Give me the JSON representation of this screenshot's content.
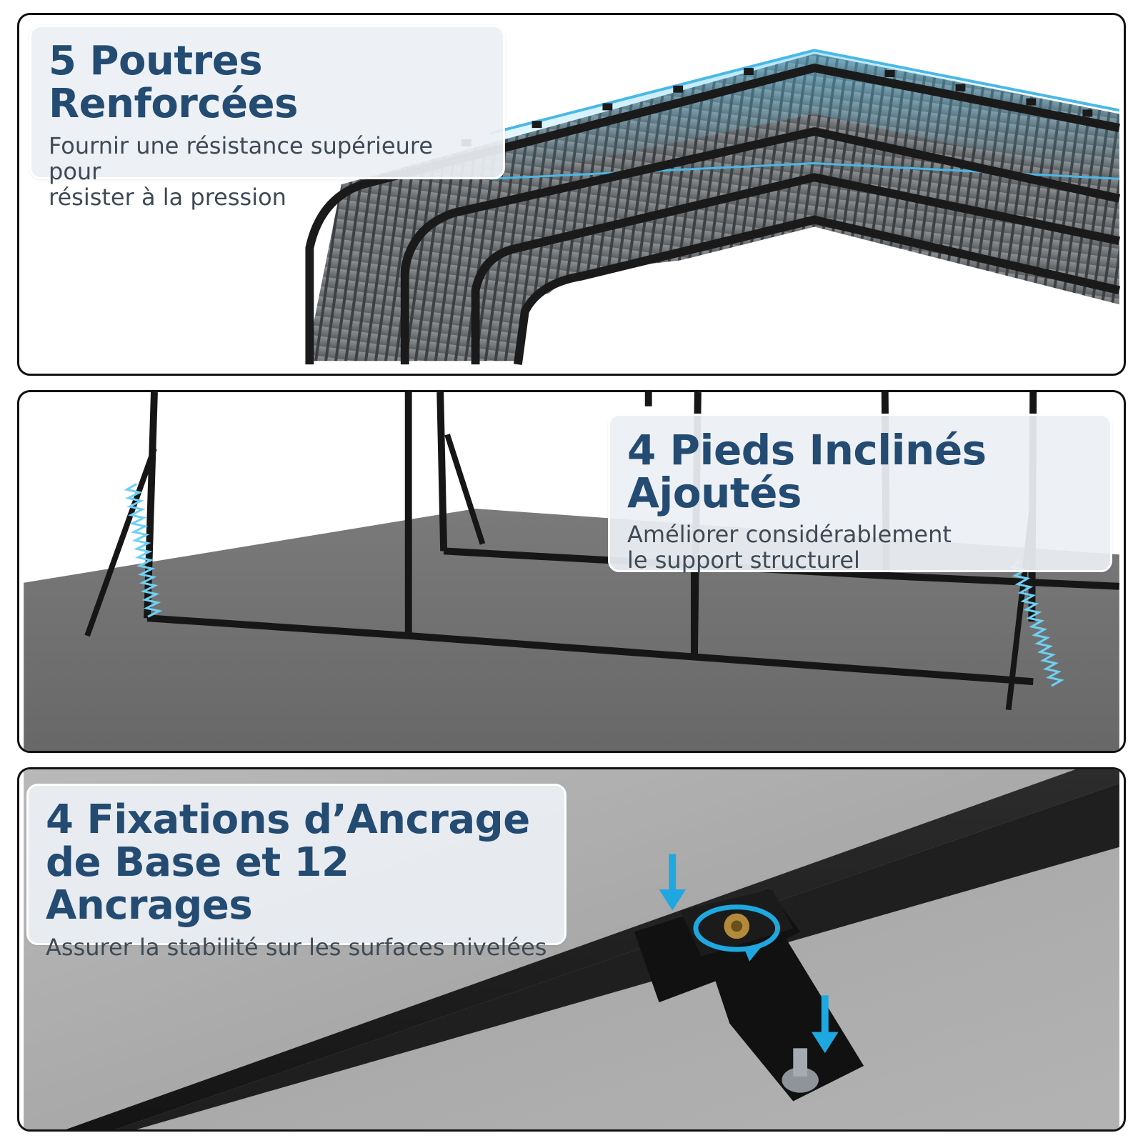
{
  "sections": [
    {
      "title": "5 Poutres Renforcées",
      "subtitle_line1": "Fournir une résistance supérieure pour",
      "subtitle_line2": "résister à la pression"
    },
    {
      "title_line1": "4 Pieds Inclinés",
      "title_line2": "Ajoutés",
      "subtitle_line1": "Améliorer considérablement",
      "subtitle_line2": "le support structurel"
    },
    {
      "title_line1": "4 Fixations d’Ancrage",
      "title_line2": "de Base et 12 Ancrages",
      "subtitle": "Assurer la stabilité sur les surfaces nivelées"
    }
  ],
  "colors": {
    "title": "#244b72",
    "subtitle": "#3e4a56",
    "accent": "#1fa8e0",
    "frame": "#1a1a1a",
    "floor": "#6e6e6e"
  },
  "icons": [
    "spring-icon",
    "arrow-down-icon",
    "rotate-arrow-icon",
    "bolt-icon"
  ]
}
